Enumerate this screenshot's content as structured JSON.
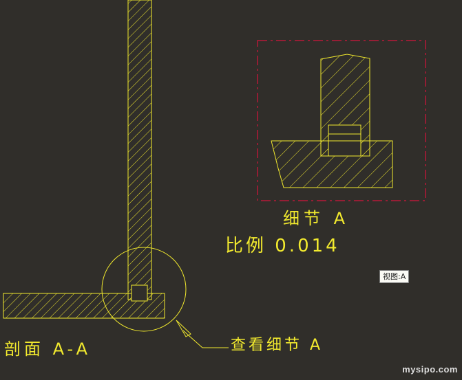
{
  "labels": {
    "detail_title": "细节 A",
    "detail_scale": "比例 0.014",
    "view_detail_callout": "查看细节 A",
    "section_label": "剖面 A-A"
  },
  "tooltip": {
    "text": "视图:A"
  },
  "watermark": {
    "text": "mysipo.com"
  },
  "colors": {
    "background": "#302e2a",
    "geometry": "#f2ea2e",
    "detail_border": "#d2143c",
    "tooltip_bg": "#fbfbf5"
  }
}
